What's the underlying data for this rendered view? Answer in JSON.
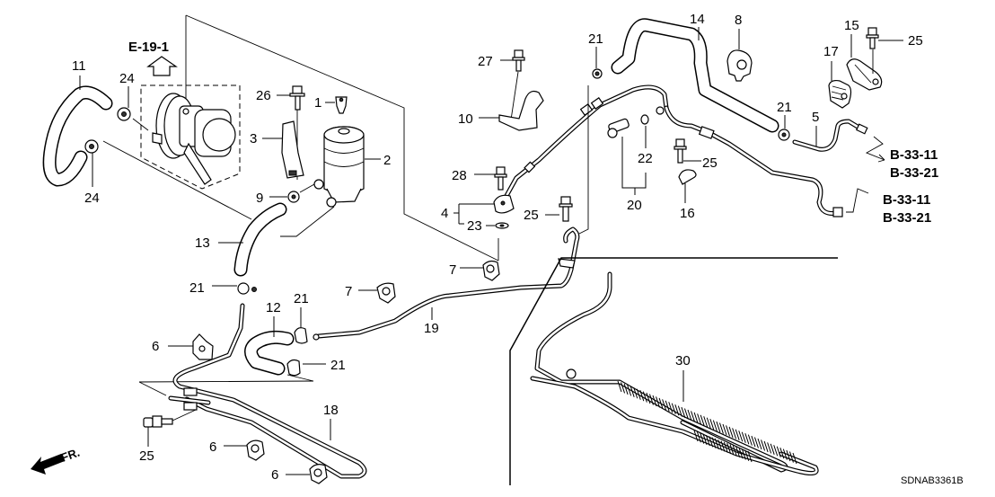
{
  "diagram": {
    "title": "Power Steering Hoses / Oil Cooler",
    "diagram_code": "SDNAB3361B",
    "front_indicator": "FR.",
    "references": {
      "engine_ref": "E-19-1",
      "ref_a1": "B-33-11",
      "ref_a2": "B-33-21",
      "ref_b1": "B-33-11",
      "ref_b2": "B-33-21"
    },
    "callouts": {
      "p1": "1",
      "p2": "2",
      "p3": "3",
      "p4": "4",
      "p5": "5",
      "p6a": "6",
      "p6b": "6",
      "p6c": "6",
      "p7a": "7",
      "p7b": "7",
      "p8": "8",
      "p9": "9",
      "p10": "10",
      "p11": "11",
      "p12": "12",
      "p13": "13",
      "p14": "14",
      "p15": "15",
      "p16": "16",
      "p17": "17",
      "p18": "18",
      "p19": "19",
      "p20": "20",
      "p21a": "21",
      "p21b": "21",
      "p21c": "21",
      "p21d": "21",
      "p21e": "21",
      "p22": "22",
      "p23": "23",
      "p24a": "24",
      "p24b": "24",
      "p25a": "25",
      "p25b": "25",
      "p25c": "25",
      "p25d": "25",
      "p26": "26",
      "p27": "27",
      "p28": "28",
      "p30": "30"
    }
  }
}
